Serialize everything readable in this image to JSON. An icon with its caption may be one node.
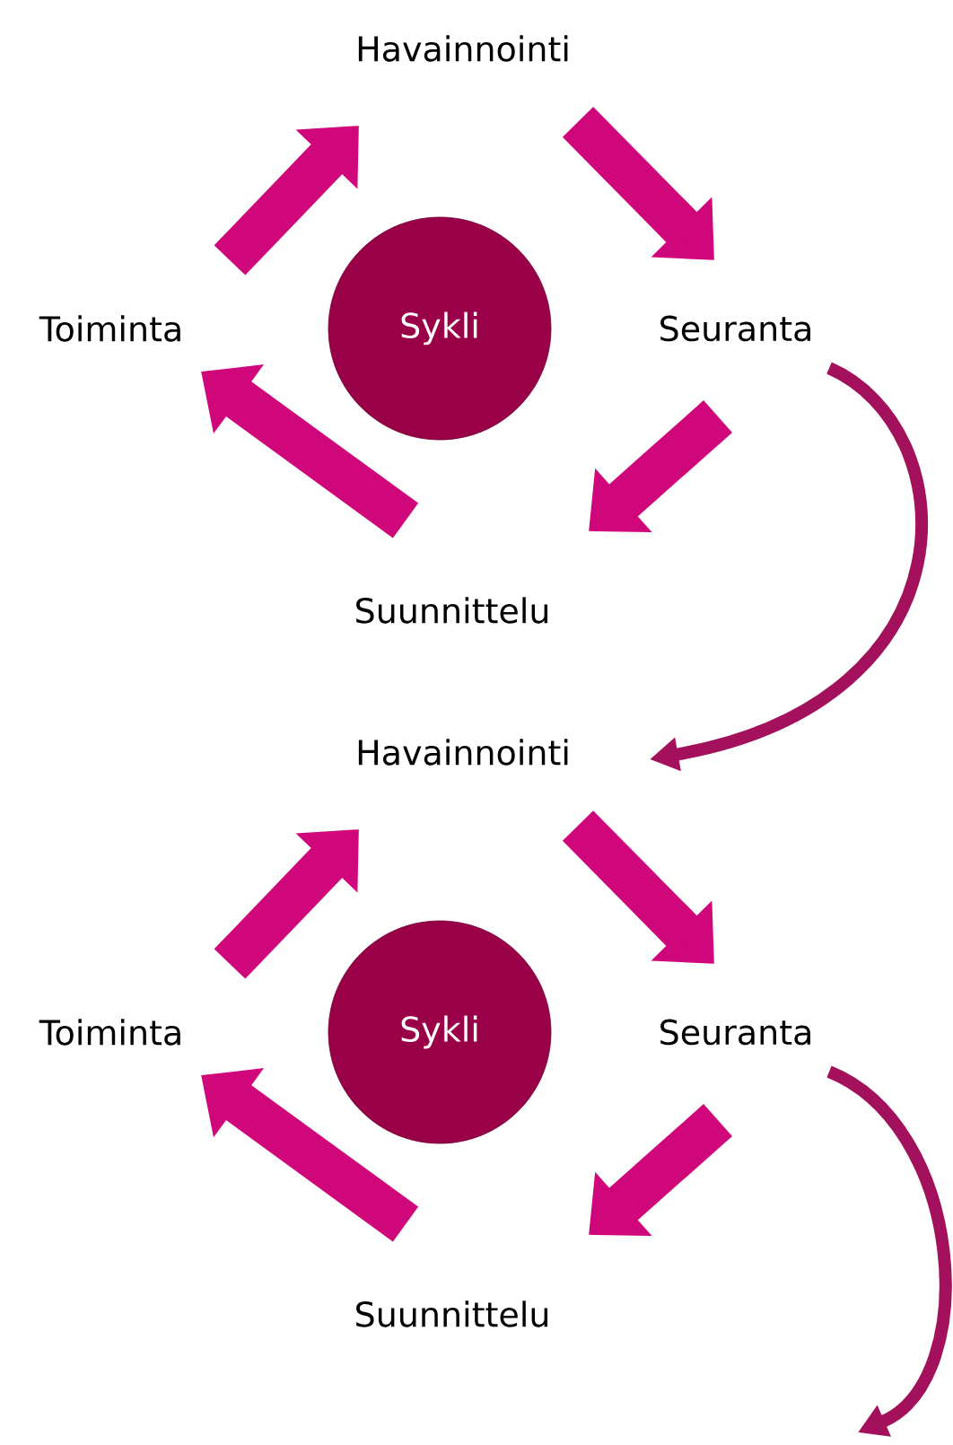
{
  "diagram": {
    "nodes": [
      {
        "text": [
          "Sykli"
        ]
      },
      {
        "text": [
          "Havainnointi"
        ]
      },
      {
        "text": [
          "Seuranta"
        ]
      },
      {
        "text": [
          "Suunnittelu"
        ]
      },
      {
        "text": [
          "Toiminta"
        ]
      },
      {
        "text": [
          "Sykli"
        ]
      },
      {
        "text": [
          "Havainnointi"
        ]
      },
      {
        "text": [
          "Seuranta"
        ]
      },
      {
        "text": [
          "Suunnittelu"
        ]
      },
      {
        "text": [
          "Toiminta"
        ]
      }
    ],
    "edges": [
      {
        "from": 1,
        "to": 2,
        "arrow": "to"
      },
      {
        "from": 2,
        "to": 3,
        "arrow": "to"
      },
      {
        "from": 3,
        "to": 4,
        "arrow": "to"
      },
      {
        "from": 4,
        "to": 1,
        "arrow": "to"
      },
      {
        "from": 2,
        "to": 6,
        "arrow": "to",
        "color": "#a3115c"
      },
      {
        "from": 6,
        "to": 7,
        "arrow": "to"
      },
      {
        "from": 7,
        "to": 8,
        "arrow": "to"
      },
      {
        "from": 8,
        "to": 9,
        "arrow": "to"
      },
      {
        "from": 9,
        "to": 6,
        "arrow": "to"
      },
      {
        "from": 7,
        "to": null,
        "arrow": "to",
        "color": "#a3115c"
      }
    ]
  }
}
